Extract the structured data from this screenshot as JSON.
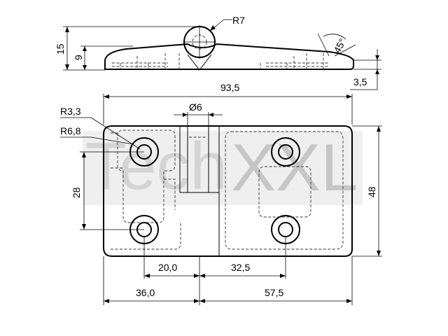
{
  "watermark": {
    "part1": "Tech",
    "part2": "XXL"
  },
  "side_view": {
    "dim_height_total": "15",
    "dim_height_leaf": "9",
    "dim_radius_knuckle": "R7",
    "dim_angle": "45°",
    "dim_thickness": "3,5"
  },
  "top_view": {
    "dim_length_total": "93,5",
    "dim_pin_diameter": "Ø6",
    "dim_radius_hole": "R3,3",
    "dim_radius_boss": "R6,8",
    "dim_hole_spacing_vertical": "28",
    "dim_width": "48",
    "dim_hole_to_pin": "20,0",
    "dim_pin_to_hole": "32,5",
    "dim_left_length": "36,0",
    "dim_right_length": "57,5"
  }
}
